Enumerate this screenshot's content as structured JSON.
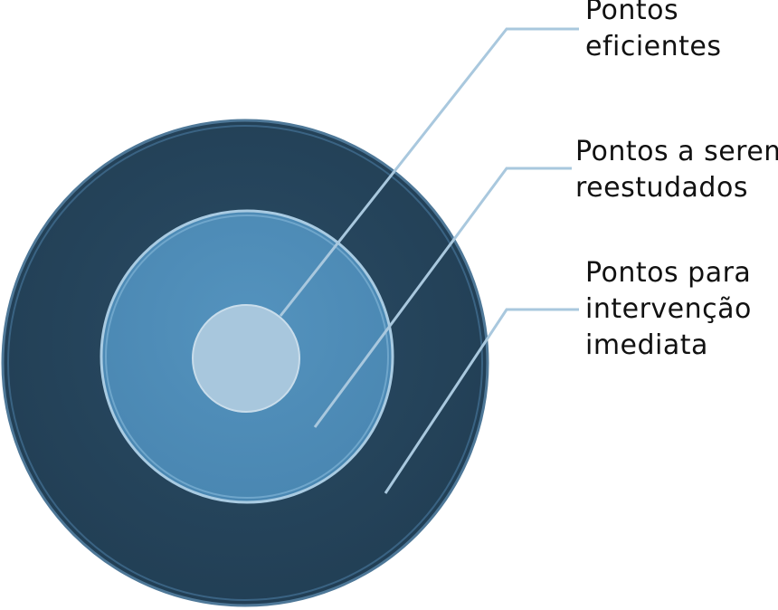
{
  "rings": [
    {
      "id": "outer",
      "label_lines": [
        "Pontos para",
        "intervenção",
        "imediata"
      ],
      "fill": "#26455C",
      "border": "#4E7898"
    },
    {
      "id": "middle",
      "label_lines": [
        "Pontos a serem",
        "reestudados"
      ],
      "fill": "#4F8DB8",
      "border": "#A9CBE2"
    },
    {
      "id": "inner",
      "label_lines": [
        "Pontos",
        "eficientes"
      ],
      "fill": "#A8C7DD",
      "border": "#C9DDEB"
    }
  ],
  "connector_color": "#A9C8DE"
}
